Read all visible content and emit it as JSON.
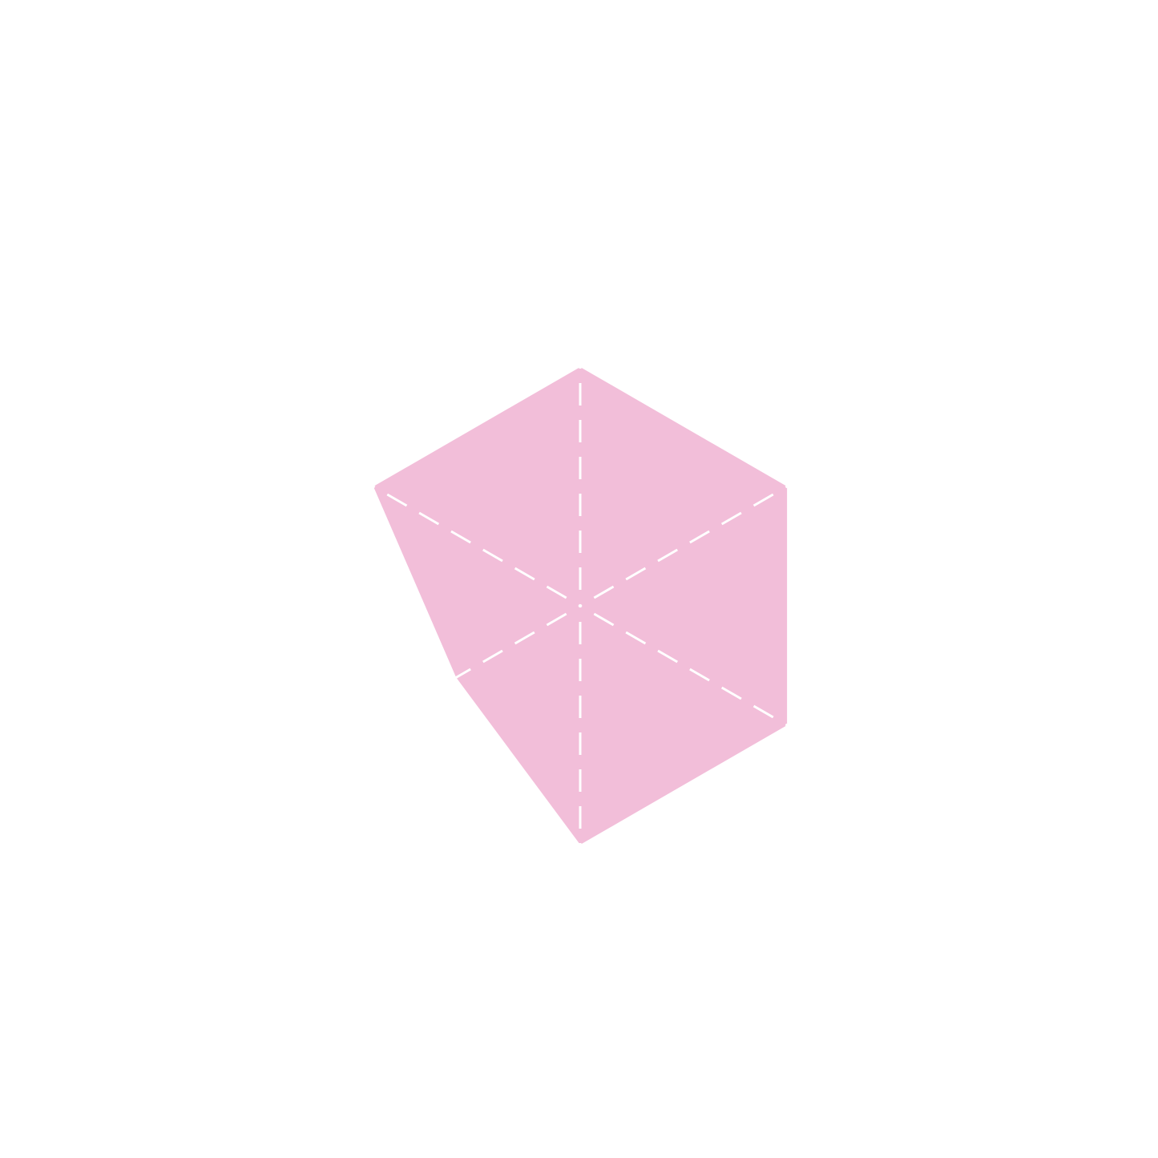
{
  "chart_data": {
    "type": "radar",
    "title": "",
    "axes": [
      "",
      "",
      "",
      "",
      "",
      ""
    ],
    "series": [
      {
        "values": [
          1.0,
          1.0,
          1.0,
          1.0,
          0.6,
          1.0
        ],
        "color": "#f2bed9"
      }
    ],
    "rlim": [
      0,
      1
    ],
    "grid": false,
    "legend": "none",
    "spoke_color": "#ffffff",
    "spoke_style": "dashed"
  }
}
